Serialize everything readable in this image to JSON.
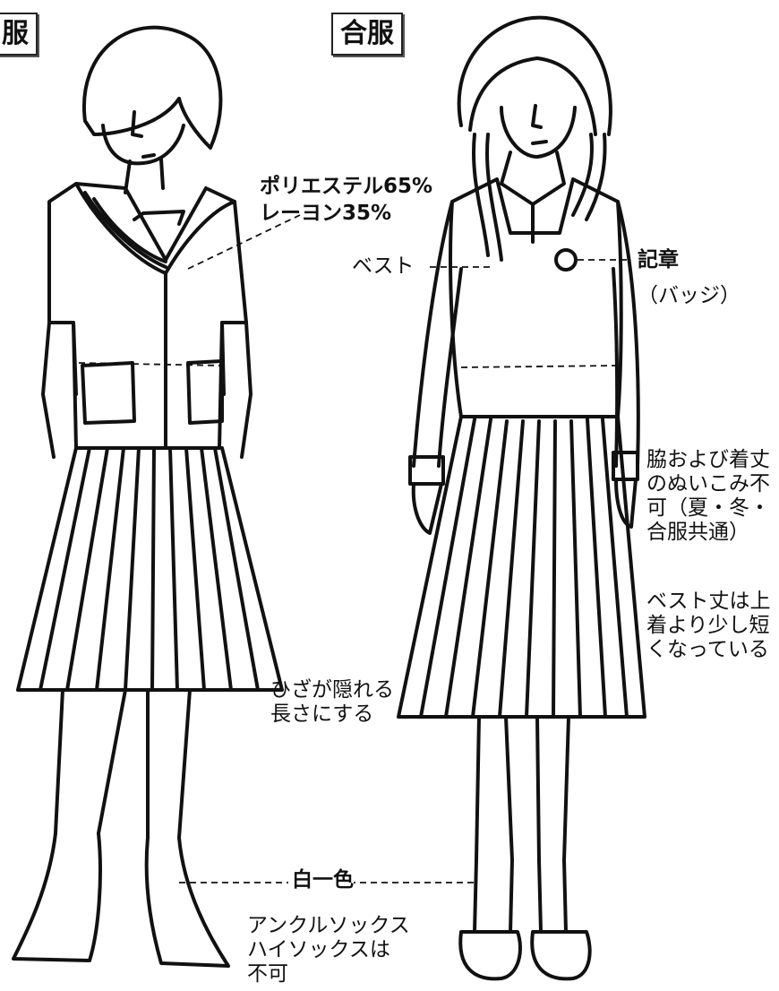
{
  "figure_labels": {
    "summer_title": "服",
    "intermediate_title": "合服"
  },
  "annotations": {
    "material_line1": "ポリエステル65%",
    "material_line2": "レーヨン35%",
    "vest": "ベスト",
    "badge_line1": "記章",
    "badge_line2": "（バッジ）",
    "seams": "脇および着丈\nのぬいこみ不\n可（夏・冬・\n合服共通）",
    "vest_length": "ベスト丈は上\n着より少し短\nくなっている",
    "skirt_length": "ひざが隠れる\n長さにする",
    "socks_color": "白一色",
    "socks_rule": "アンクルソックス\nハイソックスは\n不可"
  }
}
